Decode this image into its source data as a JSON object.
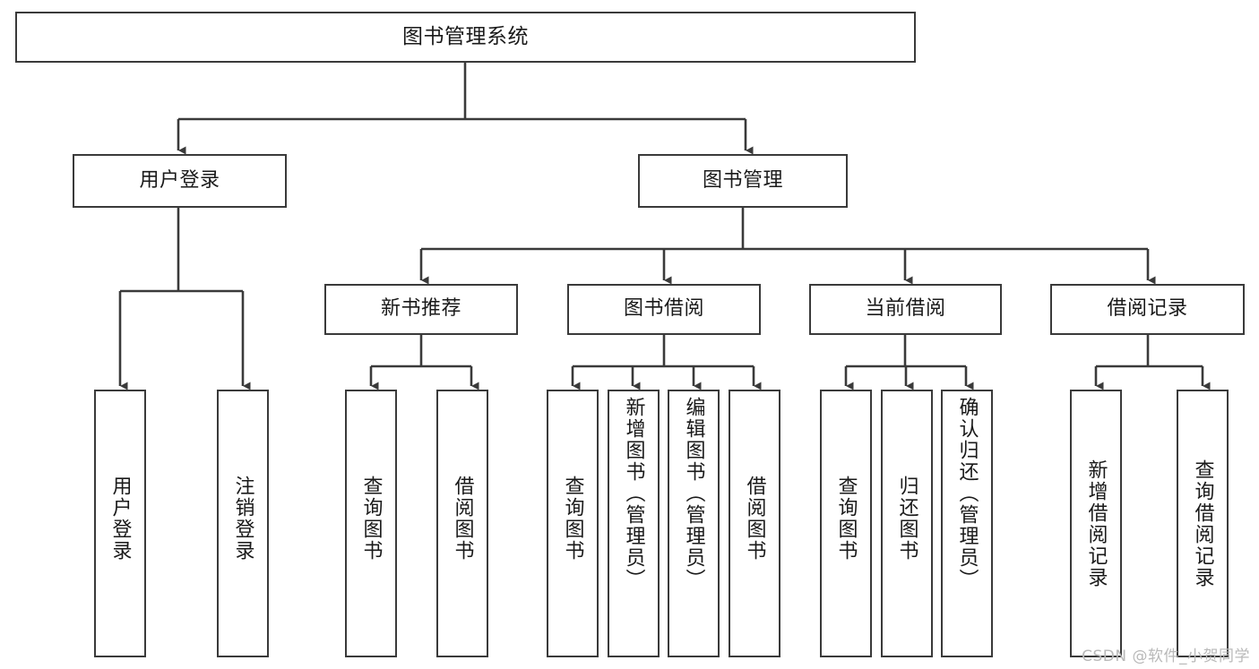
{
  "diagram": {
    "title": "图书管理系统",
    "type": "tree-hierarchy-chart",
    "levels": 4,
    "root": {
      "id": "root",
      "label": "图书管理系统"
    },
    "level2": [
      {
        "id": "user-login",
        "label": "用户登录"
      },
      {
        "id": "book-manage",
        "label": "图书管理"
      }
    ],
    "level3": [
      {
        "id": "new-book-recommend",
        "label": "新书推荐",
        "parent": "book-manage"
      },
      {
        "id": "book-borrow",
        "label": "图书借阅",
        "parent": "book-manage"
      },
      {
        "id": "current-borrow",
        "label": "当前借阅",
        "parent": "book-manage"
      },
      {
        "id": "borrow-record",
        "label": "借阅记录",
        "parent": "book-manage"
      }
    ],
    "leaves": [
      {
        "id": "leaf-user-login",
        "label": "用户登录",
        "parent": "user-login"
      },
      {
        "id": "leaf-user-logout",
        "label": "注销登录",
        "parent": "user-login"
      },
      {
        "id": "leaf-query-book-1",
        "label": "查询图书",
        "parent": "new-book-recommend"
      },
      {
        "id": "leaf-borrow-book-1",
        "label": "借阅图书",
        "parent": "new-book-recommend"
      },
      {
        "id": "leaf-query-book-2",
        "label": "查询图书",
        "parent": "book-borrow"
      },
      {
        "id": "leaf-add-book",
        "label": "新增图书（管理员）",
        "parent": "book-borrow"
      },
      {
        "id": "leaf-edit-book",
        "label": "编辑图书（管理员）",
        "parent": "book-borrow"
      },
      {
        "id": "leaf-borrow-book-2",
        "label": "借阅图书",
        "parent": "book-borrow"
      },
      {
        "id": "leaf-query-book-3",
        "label": "查询图书",
        "parent": "current-borrow"
      },
      {
        "id": "leaf-return-book",
        "label": "归还图书",
        "parent": "current-borrow"
      },
      {
        "id": "leaf-confirm-return",
        "label": "确认归还（管理员）",
        "parent": "current-borrow"
      },
      {
        "id": "leaf-add-record",
        "label": "新增借阅记录",
        "parent": "borrow-record"
      },
      {
        "id": "leaf-query-record",
        "label": "查询借阅记录",
        "parent": "borrow-record"
      }
    ]
  },
  "watermark": {
    "text": "CSDN @软件_小贺同学"
  },
  "colors": {
    "box_border": "#3a3a3a",
    "box_fill": "#ffffff",
    "connector": "#3a3a3a",
    "text": "#1a1a1a",
    "watermark": "#b9b9b9",
    "background": "#ffffff"
  }
}
